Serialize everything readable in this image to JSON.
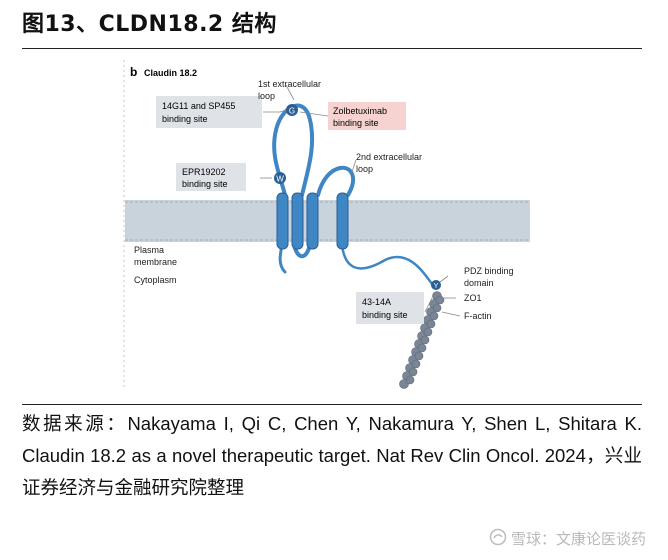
{
  "figure": {
    "title": "图13、CLDN18.2 结构"
  },
  "diagram": {
    "panel_letter": "b",
    "panel_title": "Claudin 18.2",
    "labels": {
      "loop1": [
        "1st extracellular",
        "loop"
      ],
      "loop2": [
        "2nd extracellular",
        "loop"
      ],
      "membrane": [
        "Plasma",
        "membrane"
      ],
      "cytoplasm": "Cytoplasm",
      "pdz": [
        "PDZ binding",
        "domain"
      ],
      "zo1": "ZO1",
      "factin": "F-actin"
    },
    "boxes": {
      "box_14g11": [
        "14G11 and SP455",
        "binding site"
      ],
      "box_zolbe": [
        "Zolbetuximab",
        "binding site"
      ],
      "box_epr": [
        "EPR19202",
        "binding site"
      ],
      "box_4314a": [
        "43-14A",
        "binding site"
      ]
    },
    "markers": {
      "g": "G",
      "w": "W",
      "y": "Y"
    },
    "colors": {
      "protein": "#3f86c5",
      "protein_dark": "#2a5f95",
      "membrane": "#c9d3dc",
      "grey_box": "#dfe3e8",
      "pink_box": "#f6d3d1",
      "actin": "#7a8696"
    }
  },
  "source": {
    "text": "数据来源：Nakayama I, Qi C, Chen Y, Nakamura Y, Shen L, Shitara K. Claudin 18.2 as a novel therapeutic target. Nat Rev Clin Oncol. 2024，兴业证券经济与金融研究院整理"
  },
  "watermark": {
    "text": "雪球：文康论医谈药"
  }
}
